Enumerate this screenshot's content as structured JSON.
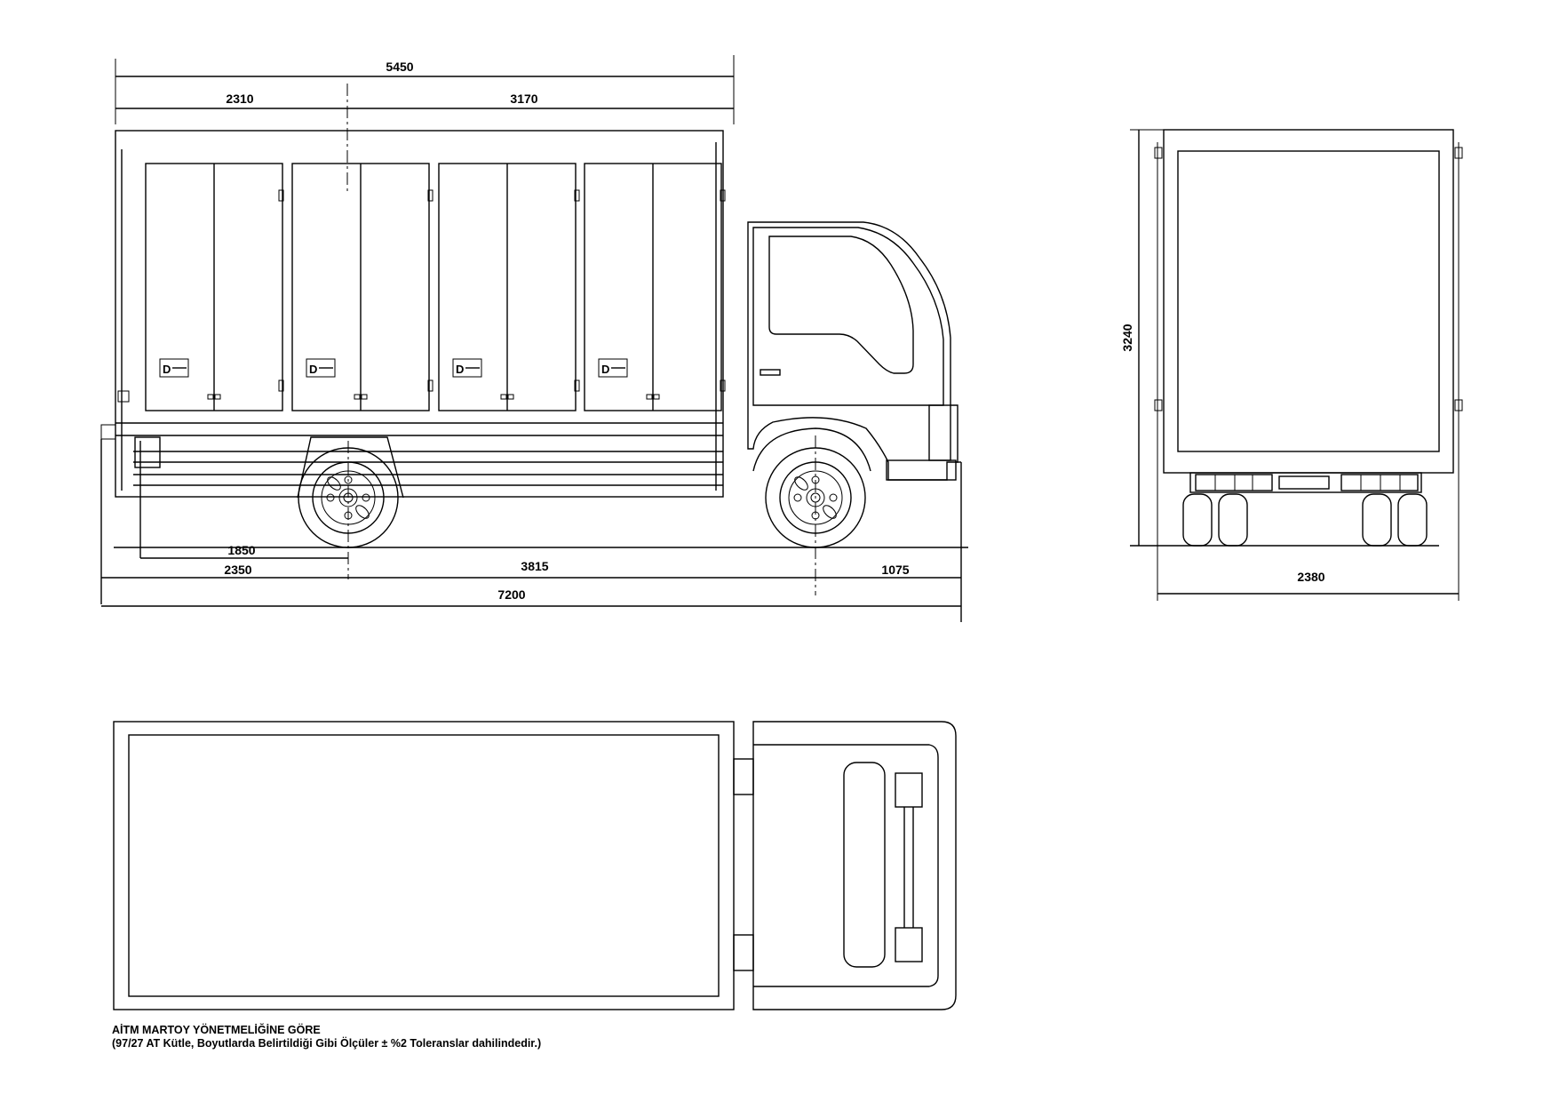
{
  "side_view": {
    "dims": {
      "overall_body": "5450",
      "front_section": "2310",
      "rear_section": "3170",
      "rear_overhang_inner": "1850",
      "rear_overhang": "2350",
      "wheelbase": "3815",
      "front_overhang": "1075",
      "overall_length": "7200"
    }
  },
  "rear_view": {
    "dims": {
      "height": "3240",
      "width": "2380"
    }
  },
  "notes": {
    "line1": "AİTM MARTOY YÖNETMELİĞİNE GÖRE",
    "line2": "(97/27 AT Kütle, Boyutlarda Belirtildiği Gibi Ölçüler  ± %2 Toleranslar dahilindedir.)"
  }
}
